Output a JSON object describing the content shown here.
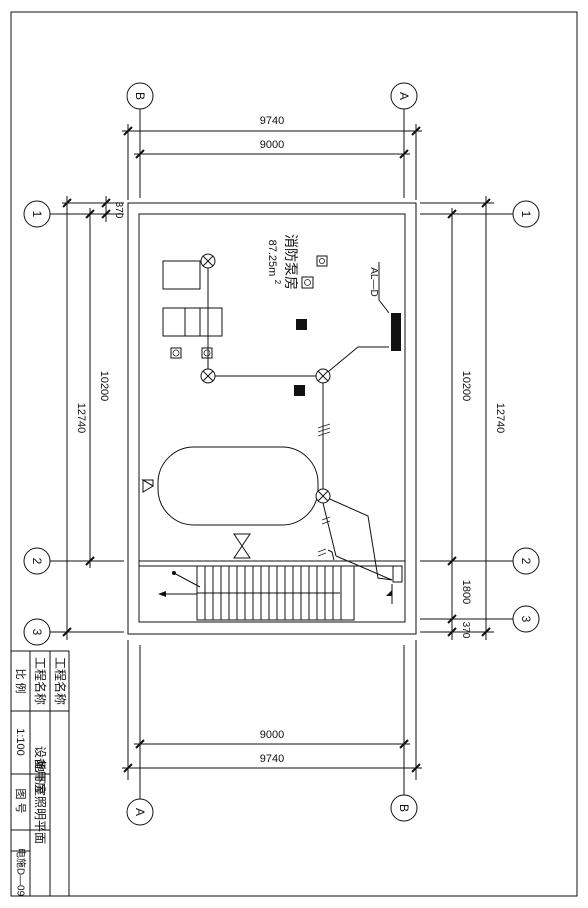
{
  "grid": {
    "top": [
      "B",
      "A"
    ],
    "bottom": [
      "A",
      "B"
    ],
    "left": [
      "1",
      "2",
      "3"
    ],
    "right": [
      "1",
      "2",
      "3"
    ]
  },
  "dims": {
    "top_outer": "9740",
    "top_inner": "9000",
    "bottom_inner": "9000",
    "bottom_outer": "9740",
    "left_wall": "370",
    "left_room": "10200",
    "left_total": "12740",
    "right_room": "10200",
    "right_total": "12740",
    "right_stair": "1800",
    "right_wall": "370"
  },
  "room": {
    "name": "消防泵房",
    "area": "87.25m",
    "area_sup": "2",
    "panel": "AL—D"
  },
  "title_block": {
    "project_label": "工程名称",
    "project_value": "",
    "item_label": "工程名称",
    "item_value": "设备用房",
    "scale_label": "比    例",
    "scale_value": "1:100",
    "drawing_label": "图    号",
    "drawing_value": "电施D—09",
    "drawing_name": "地下室照明平面"
  },
  "colors": {
    "line": "#111111",
    "paper": "#ffffff"
  }
}
